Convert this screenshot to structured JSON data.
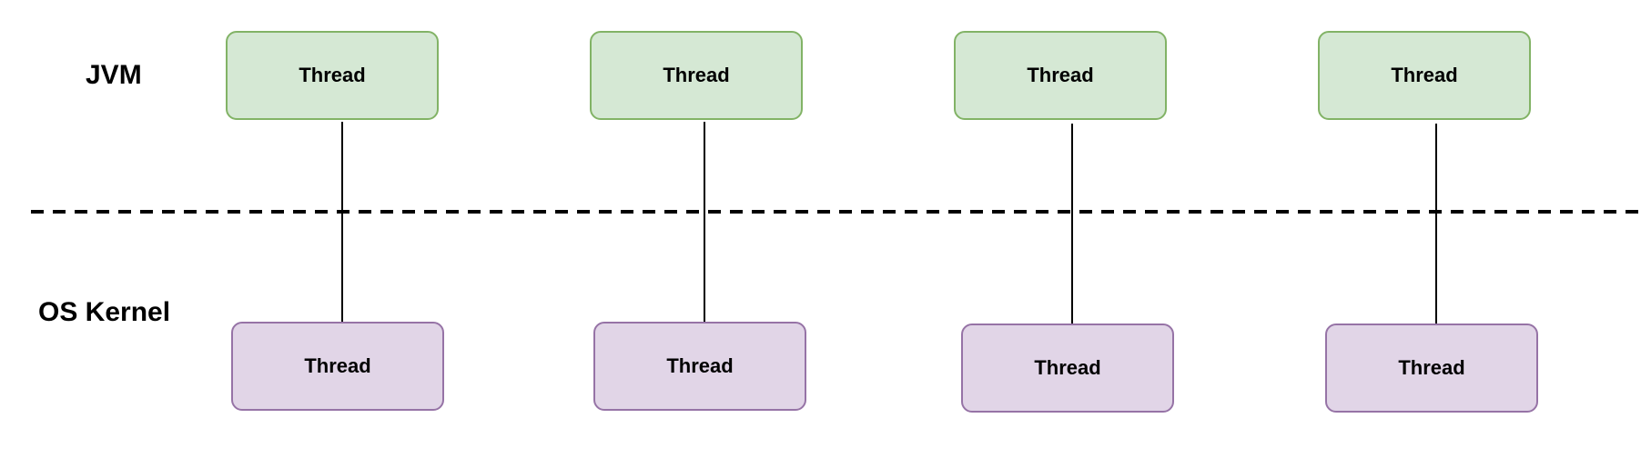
{
  "labels": {
    "jvm": "JVM",
    "os": "OS Kernel"
  },
  "colors": {
    "jvm_fill": "#d5e8d4",
    "jvm_border": "#82b366",
    "os_fill": "#e1d5e7",
    "os_border": "#9673a6",
    "line": "#000000"
  },
  "jvm_threads": [
    {
      "label": "Thread"
    },
    {
      "label": "Thread"
    },
    {
      "label": "Thread"
    },
    {
      "label": "Thread"
    }
  ],
  "os_threads": [
    {
      "label": "Thread"
    },
    {
      "label": "Thread"
    },
    {
      "label": "Thread"
    },
    {
      "label": "Thread"
    }
  ]
}
